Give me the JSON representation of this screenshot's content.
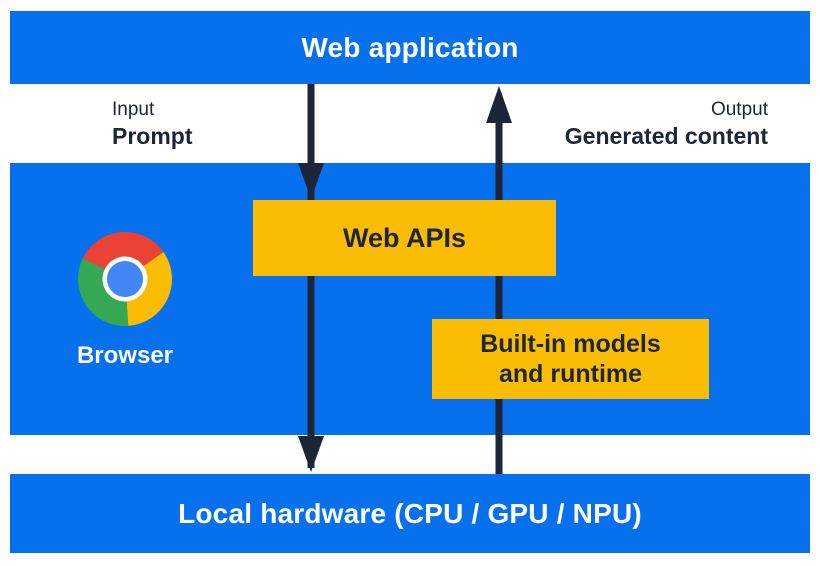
{
  "colors": {
    "panel_blue": "#0770ec",
    "box_yellow": "#fbbc04",
    "ink_navy": "#1c2638",
    "text_white": "#ffffff",
    "chrome_red": "#ea4335",
    "chrome_yellow": "#fbbc04",
    "chrome_green": "#34a853",
    "chrome_center_blue": "#4285f4"
  },
  "top_bar": {
    "label": "Web application"
  },
  "flow": {
    "input": {
      "caption": "Input",
      "label": "Prompt"
    },
    "output": {
      "caption": "Output",
      "label": "Generated content"
    }
  },
  "browser_panel": {
    "browser_label": "Browser",
    "web_apis_box": {
      "label": "Web APIs"
    },
    "builtin_box": {
      "line1": "Built-in models",
      "line2": "and runtime"
    }
  },
  "bottom_bar": {
    "label": "Local hardware (CPU / GPU / NPU)"
  }
}
